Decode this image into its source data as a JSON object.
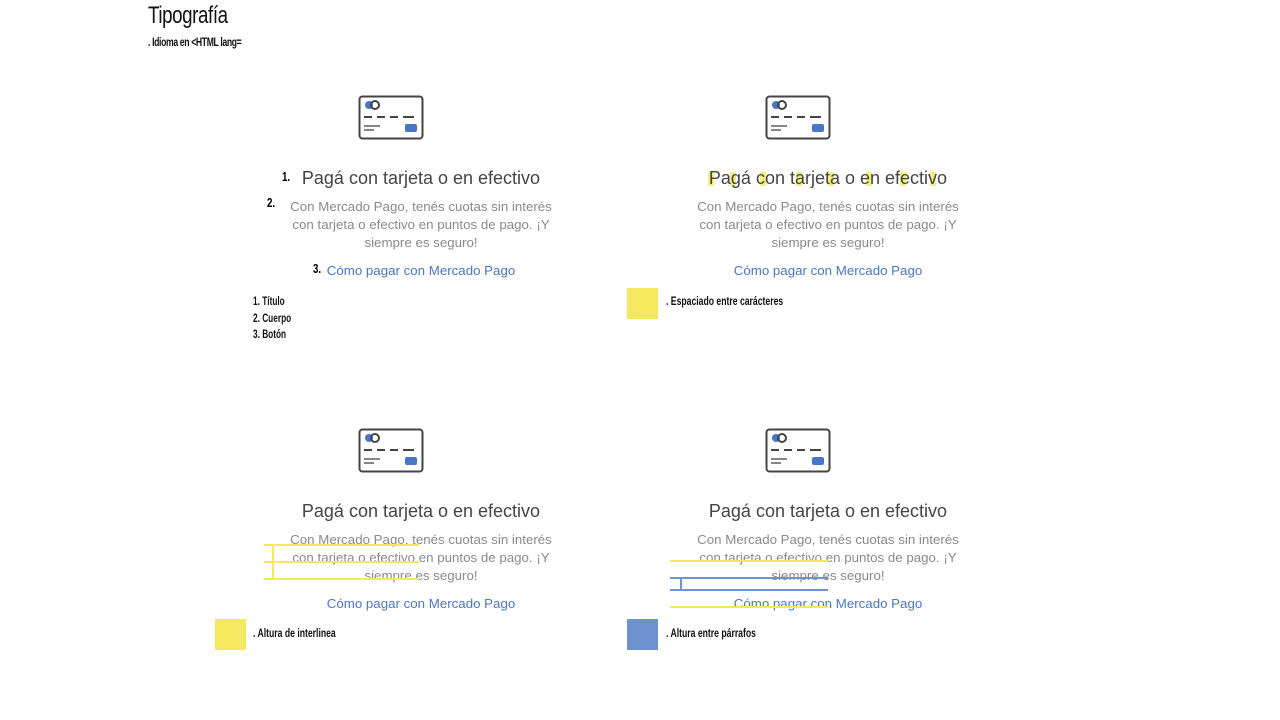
{
  "header": {
    "title": "Tipografía",
    "subtitle_prefix": ". Idioma en ",
    "subtitle_code": "<HTML lang="
  },
  "panel": {
    "title": "Pagá con tarjeta o en efectivo",
    "body": "Con Mercado Pago, tenés cuotas sin interés con tarjeta o efectivo en puntos de pago. ¡Y siempre es seguro!",
    "link": "Cómo pagar con Mercado Pago"
  },
  "numbers": [
    "1.",
    "2.",
    "3."
  ],
  "legend_list": [
    "1. Título",
    "2. Cuerpo",
    "3. Botón"
  ],
  "legends": {
    "letter_spacing": ". Espaciado entre carácteres",
    "line_height": ". Altura de interlinea",
    "paragraph_spacing": ". Altura entre párrafos"
  },
  "colors": {
    "yellow": "#f3e85e",
    "blue": "#6e92cf",
    "link": "#4a76c9",
    "icon_accent": "#4a76c9"
  },
  "icons": [
    "credit-card-icon"
  ]
}
